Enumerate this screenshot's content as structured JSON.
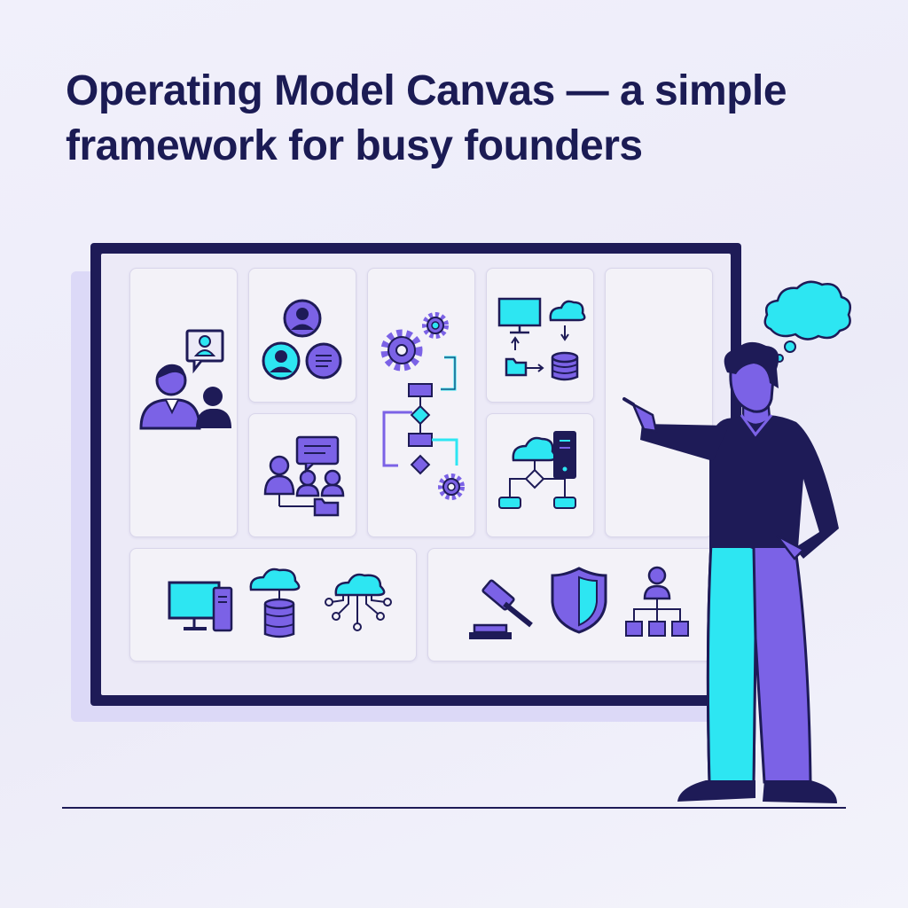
{
  "title": "Operating Model Canvas — a simple framework for busy founders",
  "colors": {
    "navy": "#1e1b57",
    "violet": "#7b62e6",
    "cyan": "#2de6f2",
    "lavender": "#eceaf7"
  },
  "canvas_sections": [
    {
      "name": "suppliers",
      "icons": [
        "person-icon",
        "person-icon",
        "chat-bubble-icon"
      ]
    },
    {
      "name": "customers",
      "icons": [
        "avatar-icon",
        "avatar-icon",
        "message-icon"
      ]
    },
    {
      "name": "organisation",
      "icons": [
        "team-icon",
        "chat-bubble-icon",
        "folder-icon"
      ]
    },
    {
      "name": "processes",
      "icons": [
        "gear-icon",
        "gear-icon",
        "flowchart-icon",
        "gear-icon"
      ]
    },
    {
      "name": "information",
      "icons": [
        "monitor-icon",
        "cloud-icon",
        "folder-icon",
        "database-icon"
      ]
    },
    {
      "name": "technology",
      "icons": [
        "cloud-icon",
        "server-icon",
        "network-icon"
      ]
    },
    {
      "name": "empty",
      "icons": []
    },
    {
      "name": "infrastructure",
      "icons": [
        "desktop-computer-icon",
        "cloud-database-icon",
        "cloud-network-icon"
      ]
    },
    {
      "name": "governance",
      "icons": [
        "gavel-icon",
        "shield-icon",
        "org-chart-icon"
      ]
    }
  ]
}
